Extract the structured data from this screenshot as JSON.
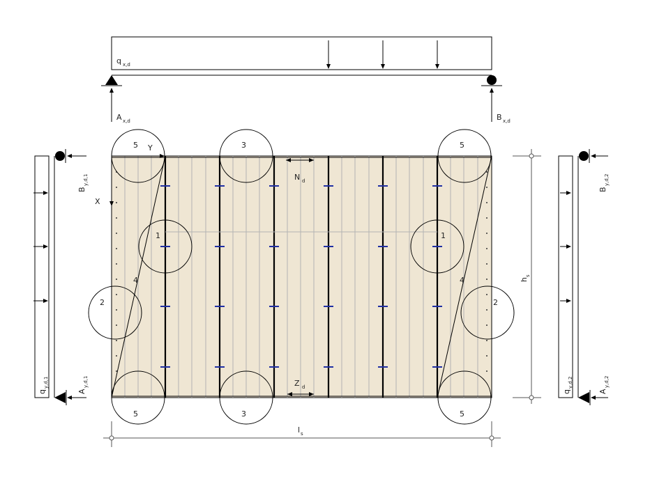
{
  "colors": {
    "panel_fill": "#efe6d3",
    "stud": "#b3b3b3",
    "thick_stud": "#000000",
    "fastener": "#1f2fa3",
    "line": "#000000",
    "dim_line": "#555555"
  },
  "labels": {
    "qxd": "q",
    "qxd_sub": "x,d",
    "axd": "A",
    "axd_sub": "x,d",
    "bxd": "B",
    "bxd_sub": "x,d",
    "byd1": "B",
    "byd1_sub": "y,d,1",
    "ayd1": "A",
    "ayd1_sub": "y,d,1",
    "qyd1": "q",
    "qyd1_sub": "y,d,1",
    "byd2": "B",
    "byd2_sub": "y,d,2",
    "ayd2": "A",
    "ayd2_sub": "y,d,2",
    "qyd2": "q",
    "qyd2_sub": "y,d,2",
    "nd": "N",
    "nd_sub": "d",
    "zd": "Z",
    "zd_sub": "d",
    "hs": "h",
    "hs_sub": "s",
    "ls": "l",
    "ls_sub": "s",
    "axis_x": "X",
    "axis_y": "Y"
  },
  "detail_markers": {
    "top_left": "5",
    "top_center": "3",
    "top_right": "5",
    "mid_left": "1",
    "mid_right": "1",
    "side_left": "2",
    "side_right": "2",
    "diag_left": "4",
    "diag_right": "4",
    "bottom_left": "5",
    "bottom_center": "3",
    "bottom_right": "5"
  }
}
